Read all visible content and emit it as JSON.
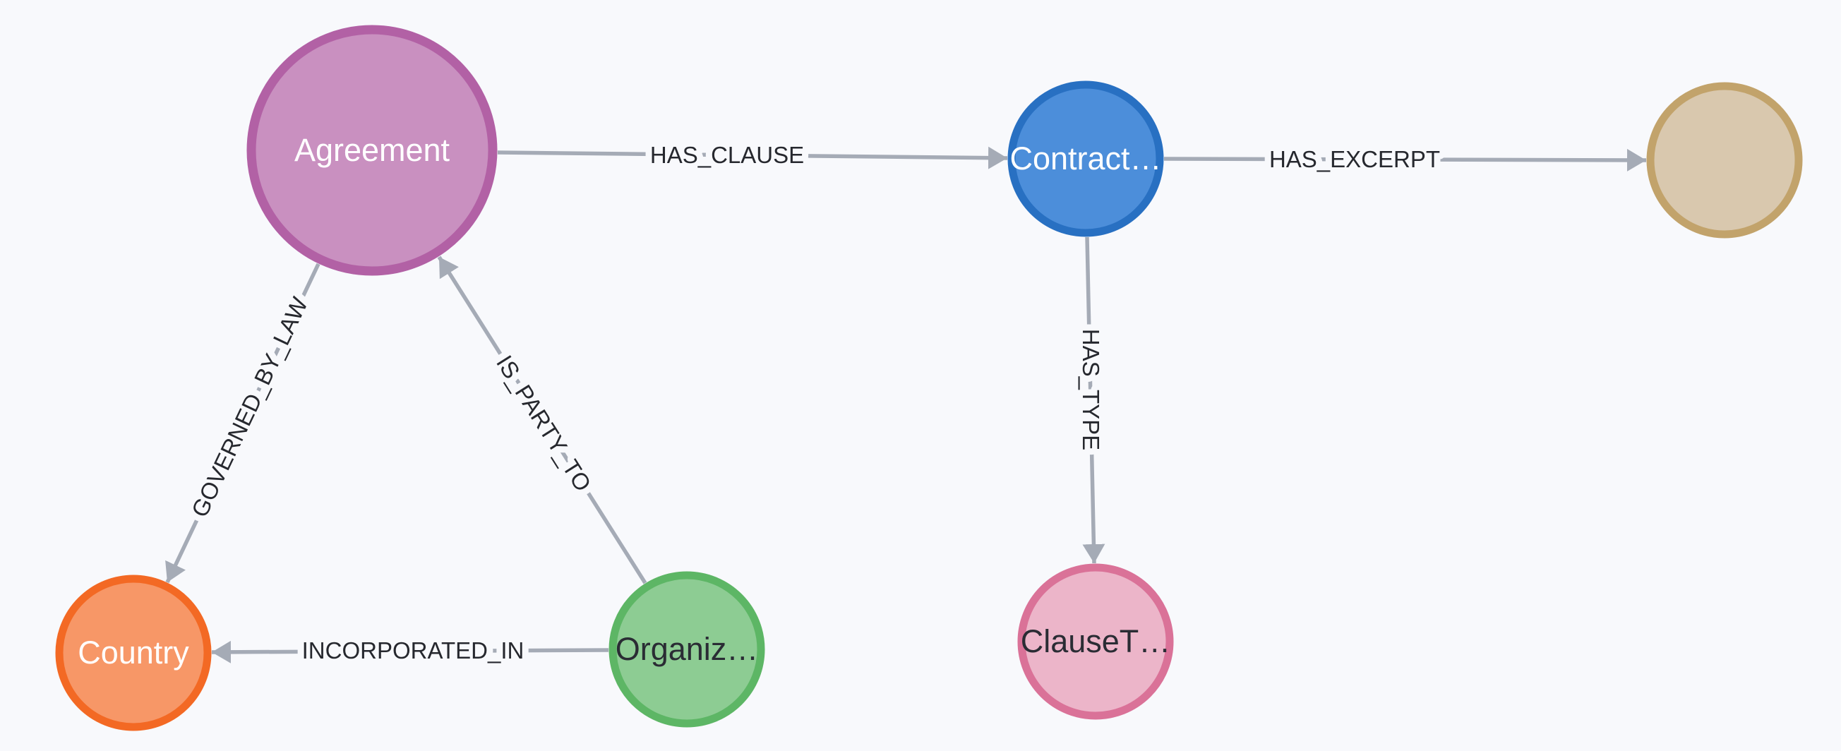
{
  "app": {
    "view": "graph-visualization",
    "background_color": "#F8F9FC"
  },
  "graph": {
    "edge_color": "#A5ABB6",
    "label_color": "#26282E",
    "nodes": [
      {
        "id": "agreement",
        "label": "Agreement",
        "fill": "#C990C0",
        "stroke": "#B261A5",
        "text_color": "#FFFFFF"
      },
      {
        "id": "contract-clause",
        "label": "Contract…",
        "fill": "#4C8EDA",
        "stroke": "#2870C2",
        "text_color": "#FFFFFF"
      },
      {
        "id": "excerpt",
        "label": "",
        "fill": "#D9C8AE",
        "stroke": "#C2A36B",
        "text_color": "#2A2C34"
      },
      {
        "id": "country",
        "label": "Country",
        "fill": "#F79767",
        "stroke": "#F36924",
        "text_color": "#FFFFFF"
      },
      {
        "id": "organization",
        "label": "Organiz…",
        "fill": "#8DCC93",
        "stroke": "#5DB665",
        "text_color": "#2A2C34"
      },
      {
        "id": "clause-type",
        "label": "ClauseT…",
        "fill": "#ECB5C9",
        "stroke": "#DA7298",
        "text_color": "#2A2C34"
      }
    ],
    "relationships": [
      {
        "type": "HAS_CLAUSE",
        "from": "agreement",
        "to": "contract-clause"
      },
      {
        "type": "HAS_EXCERPT",
        "from": "contract-clause",
        "to": "excerpt"
      },
      {
        "type": "HAS_TYPE",
        "from": "contract-clause",
        "to": "clause-type"
      },
      {
        "type": "GOVERNED_BY_LAW",
        "from": "agreement",
        "to": "country"
      },
      {
        "type": "IS_PARTY_TO",
        "from": "organization",
        "to": "agreement"
      },
      {
        "type": "INCORPORATED_IN",
        "from": "organization",
        "to": "country"
      }
    ]
  }
}
